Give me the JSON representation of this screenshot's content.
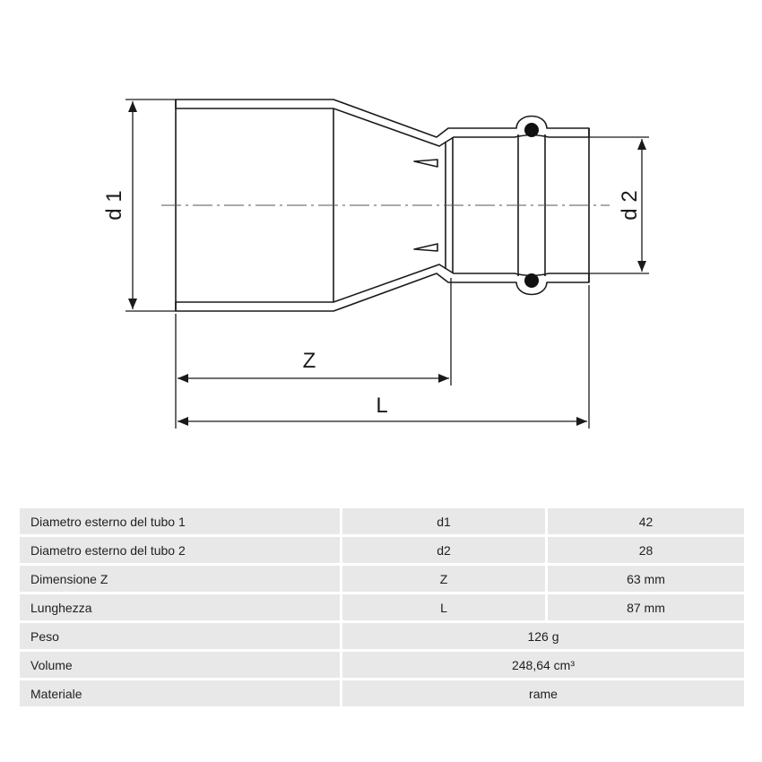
{
  "diagram": {
    "labels": {
      "d1": "d 1",
      "d2": "d 2",
      "z": "Z",
      "l": "L"
    }
  },
  "table": {
    "rows": [
      {
        "label": "Diametro esterno del tubo 1",
        "symbol": "d1",
        "value": "42"
      },
      {
        "label": "Diametro esterno del tubo 2",
        "symbol": "d2",
        "value": "28"
      },
      {
        "label": "Dimensione Z",
        "symbol": "Z",
        "value": "63 mm"
      },
      {
        "label": "Lunghezza",
        "symbol": "L",
        "value": "87 mm"
      },
      {
        "label": "Peso",
        "value": "126 g"
      },
      {
        "label": "Volume",
        "value": "248,64 cm³"
      },
      {
        "label": "Materiale",
        "value": "rame"
      }
    ]
  }
}
